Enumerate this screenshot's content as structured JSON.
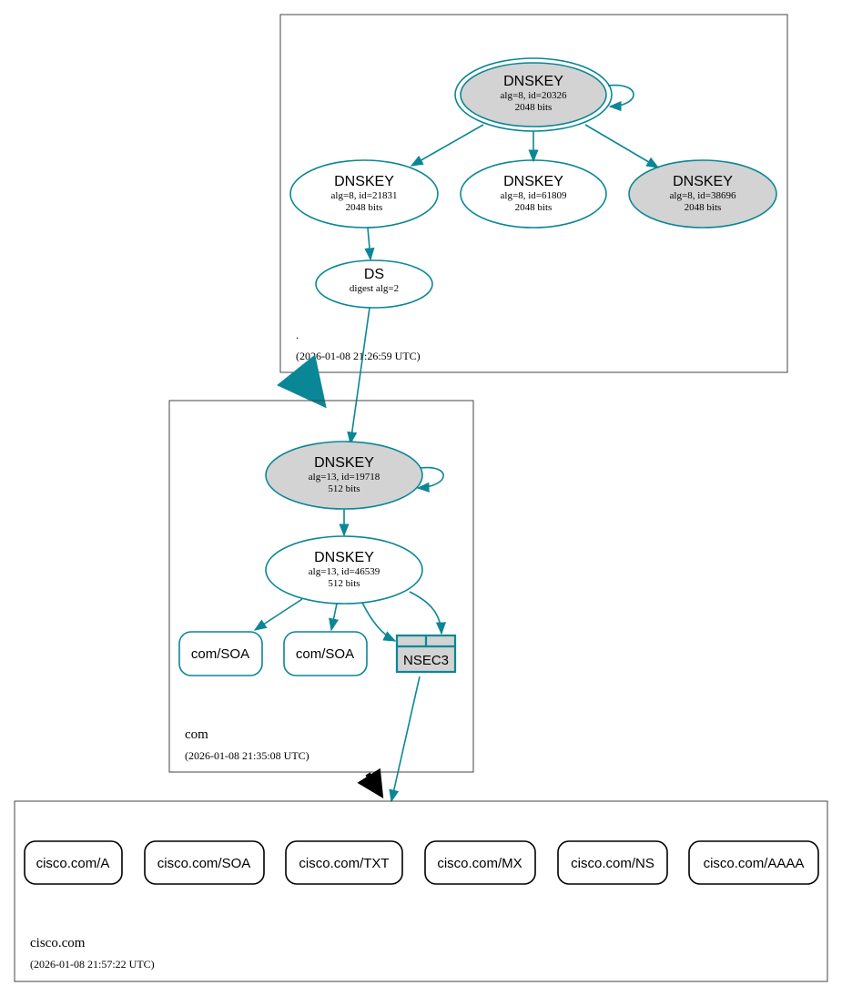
{
  "colors": {
    "edge": "#0a8796",
    "node_fill_ksk": "#d3d3d3",
    "node_fill_plain": "#ffffff",
    "cluster_border": "#444444",
    "delegation_arrow": "#000000"
  },
  "zones": {
    "root": {
      "name": ".",
      "timestamp": "(2026-01-08 21:26:59 UTC)",
      "dnskey_trust_anchor": {
        "title": "DNSKEY",
        "line1": "alg=8, id=20326",
        "line2": "2048 bits"
      },
      "dnskey_a": {
        "title": "DNSKEY",
        "line1": "alg=8, id=21831",
        "line2": "2048 bits"
      },
      "dnskey_b": {
        "title": "DNSKEY",
        "line1": "alg=8, id=61809",
        "line2": "2048 bits"
      },
      "dnskey_c": {
        "title": "DNSKEY",
        "line1": "alg=8, id=38696",
        "line2": "2048 bits"
      },
      "ds": {
        "title": "DS",
        "line1": "digest alg=2"
      }
    },
    "com": {
      "name": "com",
      "timestamp": "(2026-01-08 21:35:08 UTC)",
      "dnskey_ksk": {
        "title": "DNSKEY",
        "line1": "alg=13, id=19718",
        "line2": "512 bits"
      },
      "dnskey_zsk": {
        "title": "DNSKEY",
        "line1": "alg=13, id=46539",
        "line2": "512 bits"
      },
      "rrset_1": "com/SOA",
      "rrset_2": "com/SOA",
      "nsec3": "NSEC3"
    },
    "cisco": {
      "name": "cisco.com",
      "timestamp": "(2026-01-08 21:57:22 UTC)",
      "rrsets": [
        "cisco.com/A",
        "cisco.com/SOA",
        "cisco.com/TXT",
        "cisco.com/MX",
        "cisco.com/NS",
        "cisco.com/AAAA"
      ]
    }
  }
}
